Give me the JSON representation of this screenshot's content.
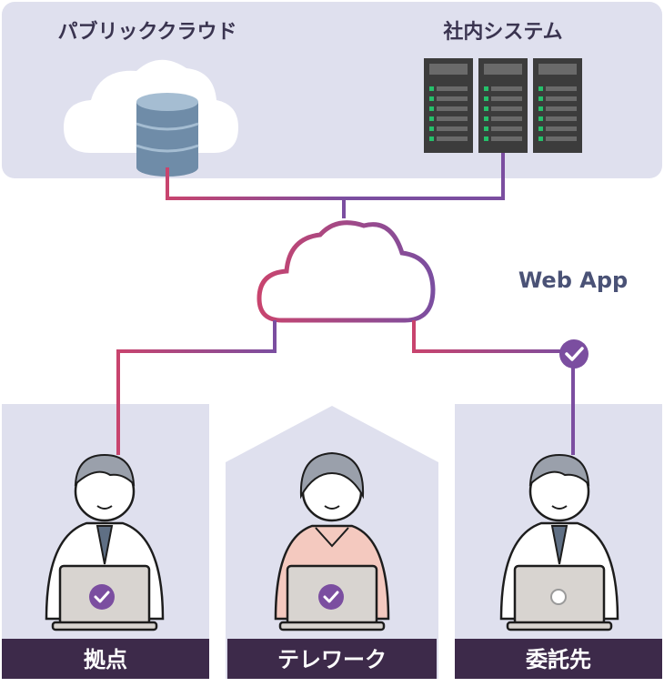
{
  "top_panel": {
    "public_cloud_label": "パブリッククラウド",
    "internal_system_label": "社内システム"
  },
  "web_app_label": "Web App",
  "locations": [
    {
      "label": "拠点",
      "status": "connected"
    },
    {
      "label": "テレワーク",
      "status": "connected"
    },
    {
      "label": "委託先",
      "status": "connected"
    }
  ],
  "colors": {
    "panel_bg": "#dfe0ee",
    "footer_bg": "#3d2a4a",
    "accent_purple": "#7b4ea0",
    "accent_pink": "#c8446e",
    "title_text": "#3a3450",
    "web_app_text": "#4a5276"
  },
  "icons": [
    "cloud-icon",
    "database-icon",
    "server-rack-icon",
    "check-badge-icon",
    "office-worker-icon",
    "home-worker-icon",
    "laptop-icon"
  ]
}
